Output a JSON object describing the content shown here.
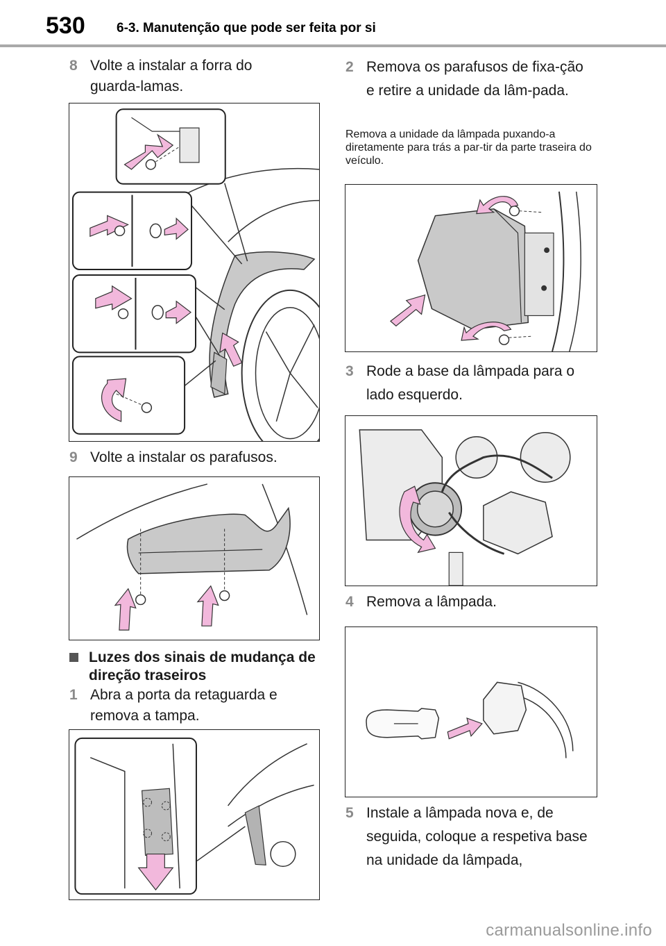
{
  "header": {
    "page_number": "530",
    "section": "6-3. Manutenção que pode ser feita por si"
  },
  "left": {
    "step8": {
      "num": "8",
      "text": "Volte a instalar a forra do guarda-lamas."
    },
    "step9": {
      "num": "9",
      "text": "Volte a instalar os parafusos."
    },
    "subheading": "Luzes dos sinais de mudança de direção traseiros",
    "step1": {
      "num": "1",
      "text": "Abra a porta da retaguarda e remova a tampa."
    }
  },
  "right": {
    "step2": {
      "num": "2",
      "text": "Remova os parafusos de fixa-ção e retire a unidade da lâm-pada."
    },
    "note": "Remova a unidade da lâmpada puxando-a diretamente para trás a par-tir da parte traseira do veículo.",
    "step3": {
      "num": "3",
      "text": "Rode a base da lâmpada para o lado esquerdo."
    },
    "step4": {
      "num": "4",
      "text": "Remova a lâmpada."
    },
    "step5": {
      "num": "5",
      "text": "Instale a lâmpada nova e, de seguida, coloque a respetiva base na unidade da lâmpada,"
    }
  },
  "watermark": "carmanualsonline.info",
  "colors": {
    "arrow_fill": "#f2b8dc",
    "arrow_stroke": "#333333",
    "part_gray": "#c9c9c9",
    "rule": "#a9a9a9"
  }
}
